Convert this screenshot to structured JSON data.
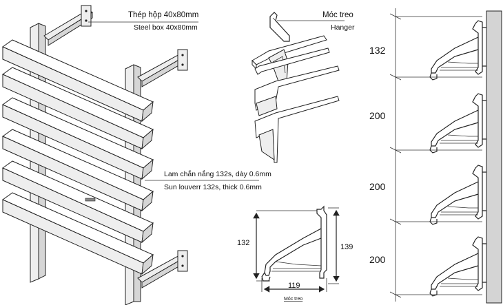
{
  "labels": {
    "steel_box_vi": "Thép hộp 40x80mm",
    "steel_box_en": "Steel box 40x80mm",
    "hanger_vi": "Móc treo",
    "hanger_en": "Hanger",
    "louver_vi": "Lam chắn nắng 132s, dày 0.6mm",
    "louver_en": "Sun louverr  132s, thick 0.6mm",
    "section_caption": "Móc treo"
  },
  "section_dimensions": {
    "height_left": "132",
    "height_right": "139",
    "width_bottom": "119"
  },
  "spacing": [
    "132",
    "200",
    "200",
    "200"
  ]
}
